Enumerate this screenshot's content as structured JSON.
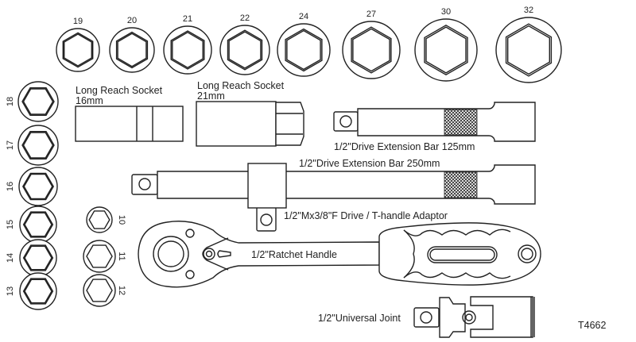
{
  "top_sockets": [
    "19",
    "20",
    "21",
    "22",
    "24",
    "27",
    "30",
    "32"
  ],
  "left_sockets": [
    "18",
    "17",
    "16",
    "15",
    "14",
    "13"
  ],
  "small_sockets": [
    "10",
    "11",
    "12"
  ],
  "labels": {
    "long_reach_16_line1": "Long Reach Socket",
    "long_reach_16_line2": "16mm",
    "long_reach_21_line1": "Long Reach Socket",
    "long_reach_21_line2": "21mm",
    "ext_125": "1/2\"Drive Extension Bar 125mm",
    "ext_250": "1/2\"Drive Extension Bar 250mm",
    "adaptor": "1/2\"Mx3/8\"F Drive / T-handle Adaptor",
    "ratchet": "1/2\"Ratchet Handle",
    "universal_joint": "1/2\"Universal Joint",
    "part_number": "T4662"
  },
  "colors": {
    "line": "#222222",
    "background": "#ffffff"
  }
}
